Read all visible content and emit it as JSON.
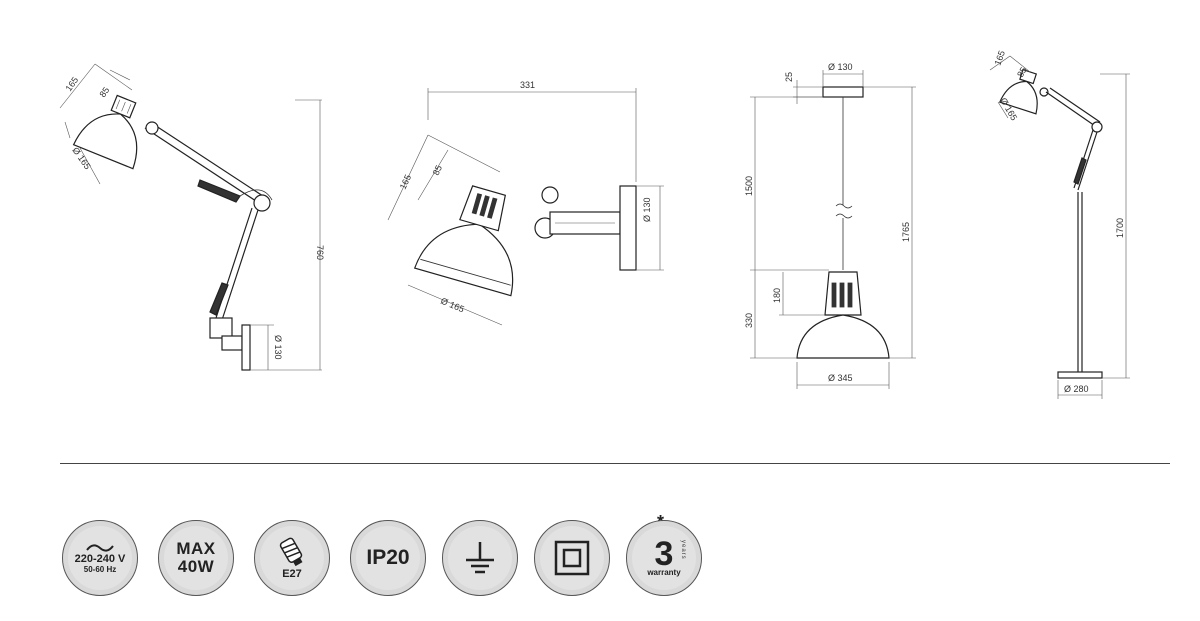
{
  "dimensions": {
    "wall_arm": {
      "shade_height": "165",
      "top_height": "85",
      "shade_diameter": "Ø 165",
      "total_height": "760",
      "base_diameter": "Ø 130"
    },
    "wall_spot": {
      "total_width": "331",
      "shade_height": "165",
      "top_height": "85",
      "shade_diameter": "Ø 165",
      "base_diameter": "Ø 130"
    },
    "pendant": {
      "canopy_height": "25",
      "canopy_diameter": "Ø 130",
      "cable_length": "1500",
      "total_height": "1765",
      "top_height": "180",
      "shade_height": "330",
      "shade_diameter": "Ø 345"
    },
    "floor": {
      "shade_height": "165",
      "top_height": "85",
      "shade_diameter": "Ø 165",
      "total_height": "1700",
      "base_diameter": "Ø 280"
    }
  },
  "specs": {
    "voltage": "220-240 V",
    "frequency": "50-60 Hz",
    "max_label": "MAX",
    "wattage": "40W",
    "socket": "E27",
    "ip_rating": "IP20",
    "asterisk": "*",
    "warranty_number": "3",
    "warranty_years": "years",
    "warranty_label": "warranty"
  },
  "icons": [
    "ac-current-icon",
    "max-wattage-icon",
    "e27-bulb-icon",
    "ip20-icon",
    "ground-icon",
    "class2-insulation-icon",
    "warranty-icon"
  ]
}
